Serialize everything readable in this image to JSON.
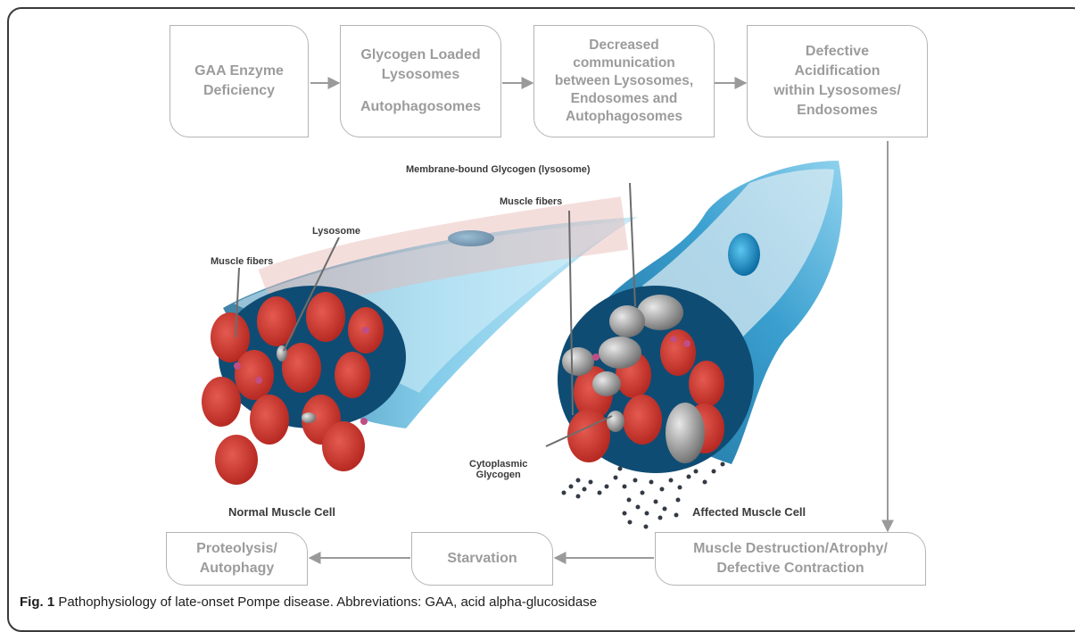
{
  "flow": {
    "box1": [
      "GAA Enzyme",
      "Deficiency"
    ],
    "box2_top": [
      "Glycogen Loaded",
      "Lysosomes"
    ],
    "box2_bottom": "Autophagosomes",
    "box3": [
      "Decreased",
      "communication",
      "between Lysosomes,",
      "Endosomes and",
      "Autophagosomes"
    ],
    "box4": [
      "Defective",
      "Acidification",
      "within Lysosomes/",
      "Endosomes"
    ],
    "box5": [
      "Muscle Destruction/Atrophy/",
      "Defective Contraction"
    ],
    "box6": "Starvation",
    "box7": [
      "Proteolysis/",
      "Autophagy"
    ]
  },
  "labels": {
    "lysosome": "Lysosome",
    "muscle_fibers_left": "Muscle fibers",
    "membrane_glycogen": "Membrane-bound Glycogen (lysosome)",
    "muscle_fibers_right": "Muscle fibers",
    "cytoplasmic": [
      "Cytoplasmic",
      "Glycogen"
    ],
    "normal_cell": "Normal Muscle Cell",
    "affected_cell": "Affected Muscle Cell"
  },
  "caption": {
    "fig": "Fig. 1",
    "text": " Pathophysiology of late-onset Pompe disease. Abbreviations: GAA, acid alpha-glucosidase"
  },
  "colors": {
    "box_border": "#b4b4b4",
    "box_text": "#9c9c9c",
    "arrow": "#9a9a9a",
    "fiber_red": "#d63b33",
    "sheath_blue": "#2a93c6",
    "glycogen_grey": "#8a8a8a"
  }
}
